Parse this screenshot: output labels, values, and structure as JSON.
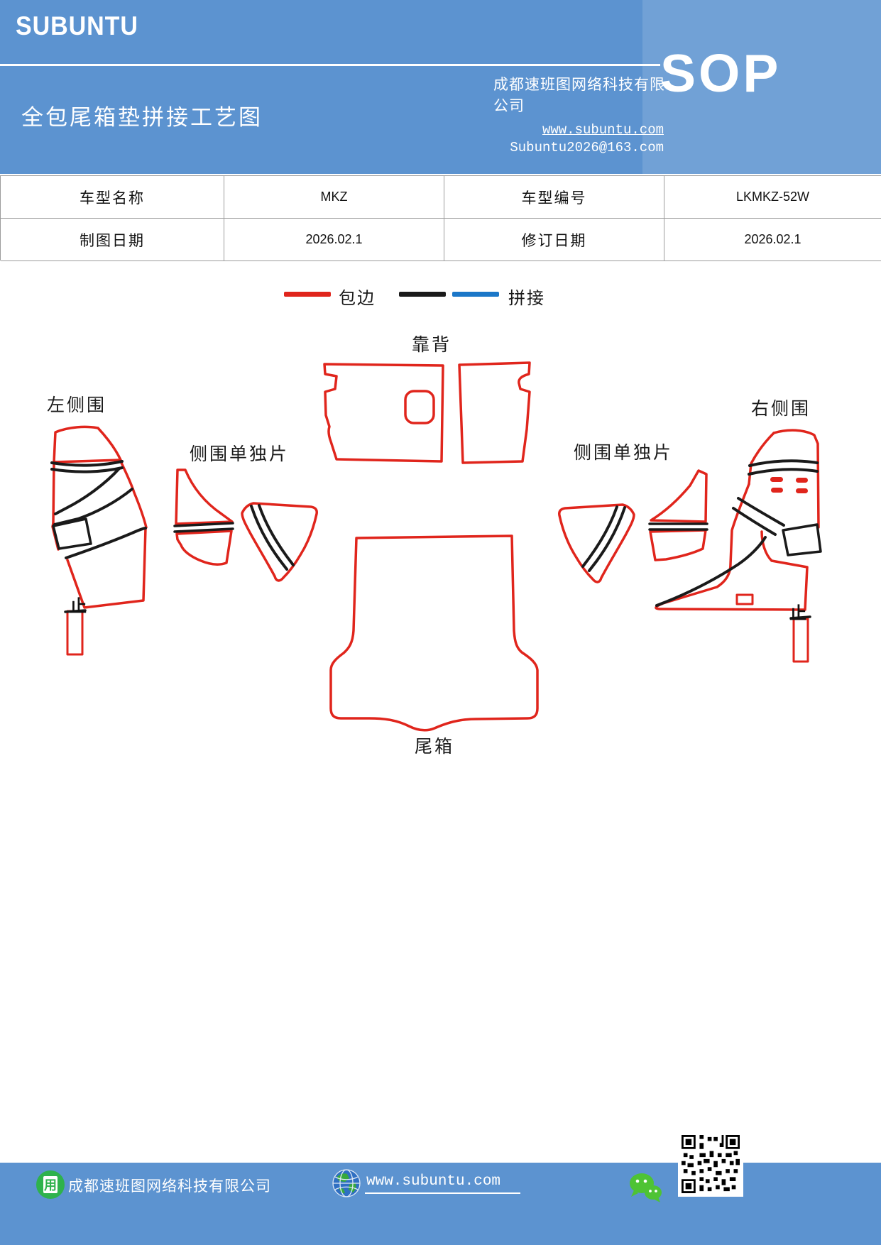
{
  "header": {
    "brand": "SUBUNTU",
    "company": "成都速班图网络科技有限公司",
    "title": "全包尾箱垫拼接工艺图",
    "website": "www.subuntu.com",
    "email": "Subuntu2026@163.com",
    "sop_badge": "SOP",
    "bg_color": "#5c93d0"
  },
  "info_table": {
    "rows": [
      {
        "cells": [
          "车型名称",
          "MKZ",
          "车型编号",
          "LKMKZ-52W"
        ]
      },
      {
        "cells": [
          "制图日期",
          "2026.02.1",
          "修订日期",
          "2026.02.1"
        ]
      }
    ]
  },
  "legend": {
    "edge_label": "包边",
    "splice_label": "拼接",
    "edge_color": "#e0251c",
    "splice_black": "#1a1a1a",
    "splice_blue": "#1b77c8"
  },
  "diagram": {
    "backrest_label": "靠背",
    "left_side_label": "左侧围",
    "right_side_label": "右侧围",
    "side_piece_left_label": "侧围单独片",
    "side_piece_right_label": "侧围单独片",
    "trunk_label": "尾箱",
    "stop_mark_left": "止",
    "stop_mark_right": "止",
    "outline_color": "#e0251c",
    "splice_color": "#1a1a1a"
  },
  "footer": {
    "company": "成都速班图网络科技有限公司",
    "website": "www.subuntu.com",
    "building_glyph": "用",
    "icons": [
      "building-icon",
      "globe-icon",
      "wechat-icon",
      "qr-code"
    ]
  }
}
